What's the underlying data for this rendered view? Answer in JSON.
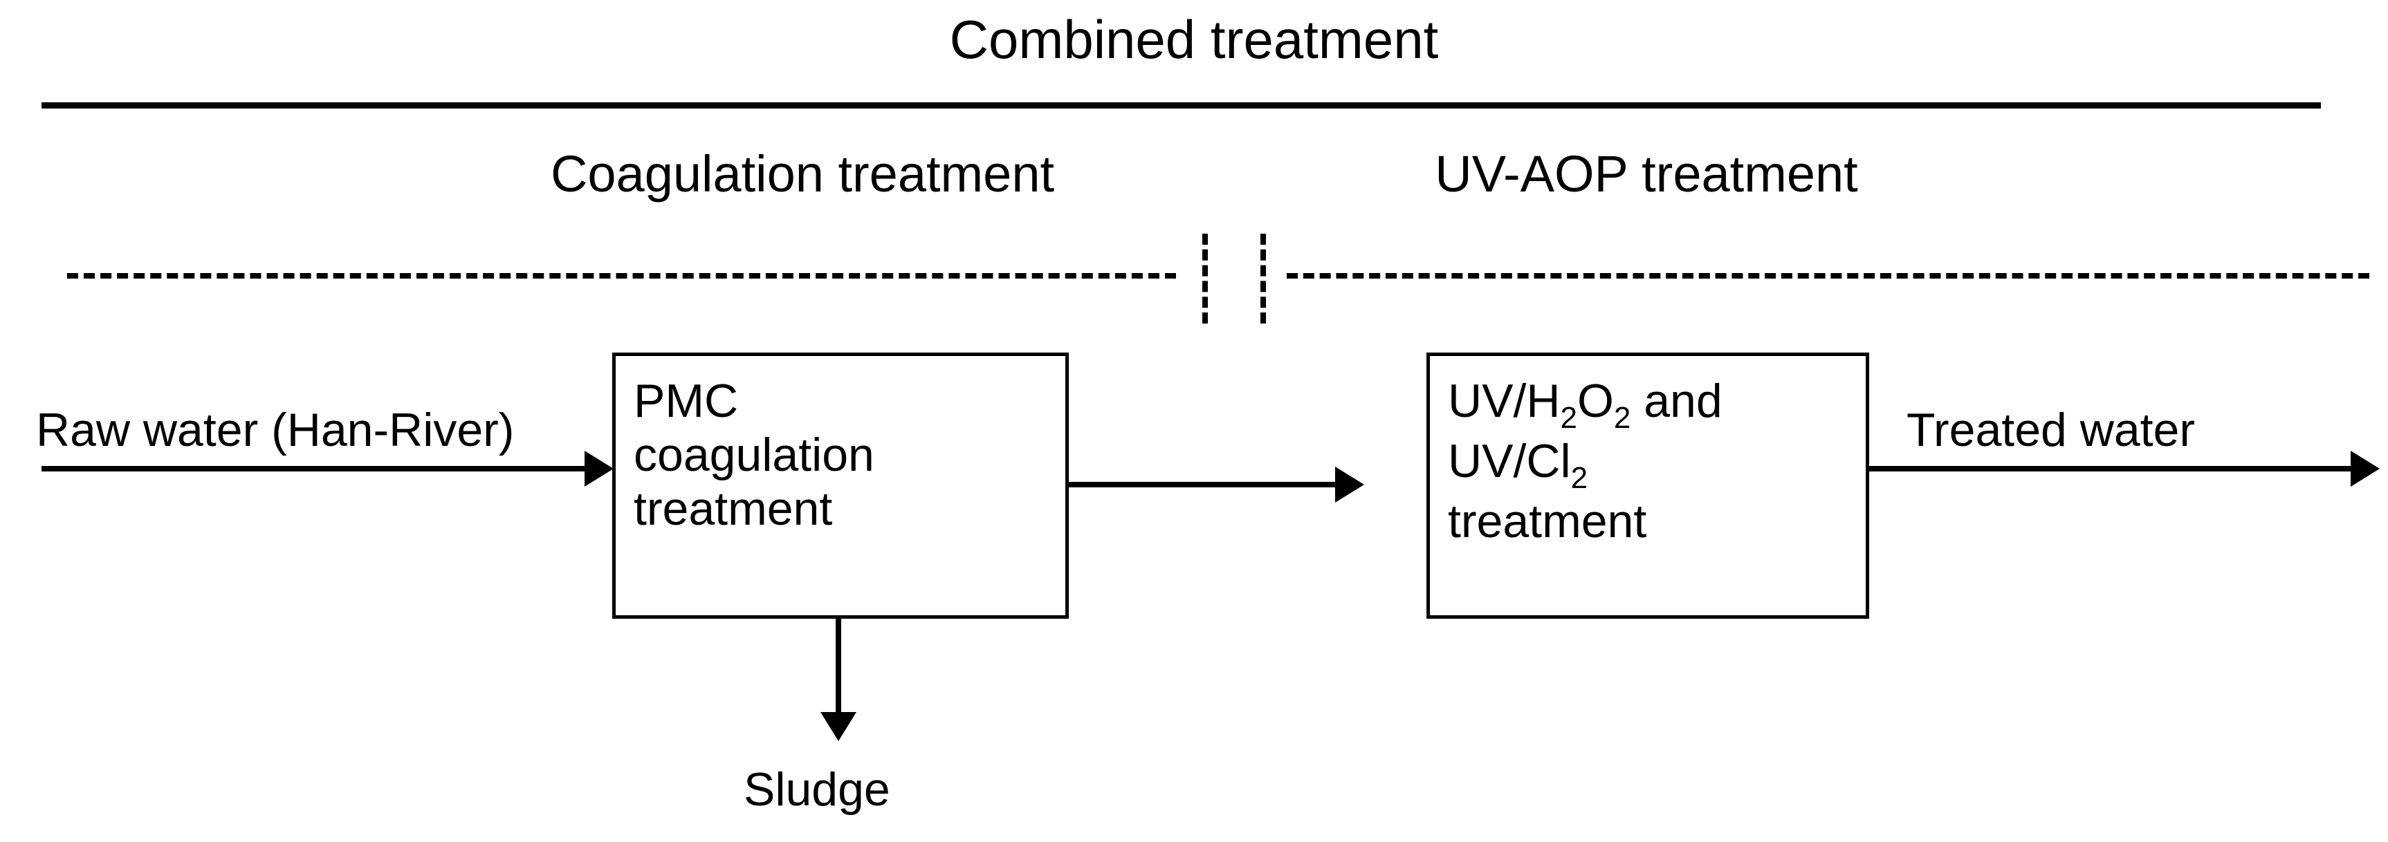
{
  "figure": {
    "overall_title": "Combined treatment",
    "sections": [
      {
        "label": "Coagulation treatment"
      },
      {
        "label": "UV-AOP treatment"
      }
    ],
    "boxes": [
      {
        "name": "pmc-coagulation",
        "lines": [
          "PMC",
          "coagulation",
          "treatment"
        ]
      },
      {
        "name": "uv-aop",
        "line1_pre": "UV/H",
        "line1_sub1": "2",
        "line1_mid": "O",
        "line1_sub2": "2",
        "line1_post": " and",
        "line2_pre": "UV/Cl",
        "line2_sub": "2",
        "line3": "treatment"
      }
    ],
    "flow_labels": {
      "input": "Raw water (Han-River)",
      "output": "Treated water",
      "byproduct": "Sludge"
    },
    "colors": {
      "stroke": "#000000",
      "background": "#ffffff"
    }
  }
}
